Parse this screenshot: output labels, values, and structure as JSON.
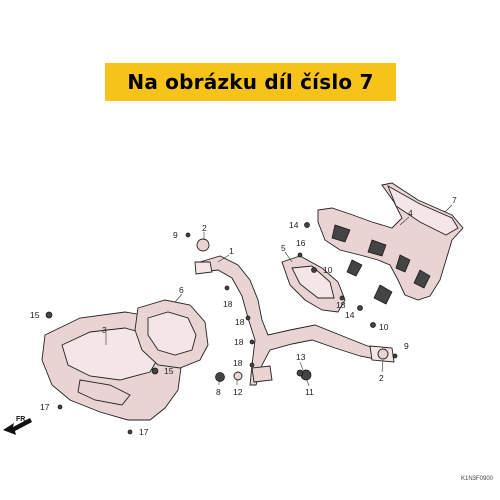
{
  "banner": {
    "text": "Na obrázku díl číslo 7",
    "background": "#f6c31b"
  },
  "labels": {
    "l1": "1",
    "l2a": "2",
    "l2b": "2",
    "l3": "3",
    "l4": "4",
    "l5": "5",
    "l6": "6",
    "l7": "7",
    "l8": "8",
    "l9a": "9",
    "l9b": "9",
    "l10a": "10",
    "l10b": "10",
    "l11": "11",
    "l12": "12",
    "l13": "13",
    "l14a": "14",
    "l14b": "14",
    "l15a": "15",
    "l15b": "15",
    "l16": "16",
    "l17a": "17",
    "l17b": "17",
    "l18a": "18",
    "l18b": "18",
    "l18c": "18",
    "l18d": "18",
    "l18e": "18"
  },
  "direction": "FR.",
  "diagram_code": "K1N3F0900",
  "colors": {
    "part_fill": "#ead3d3",
    "accent": "#f6c31b"
  }
}
